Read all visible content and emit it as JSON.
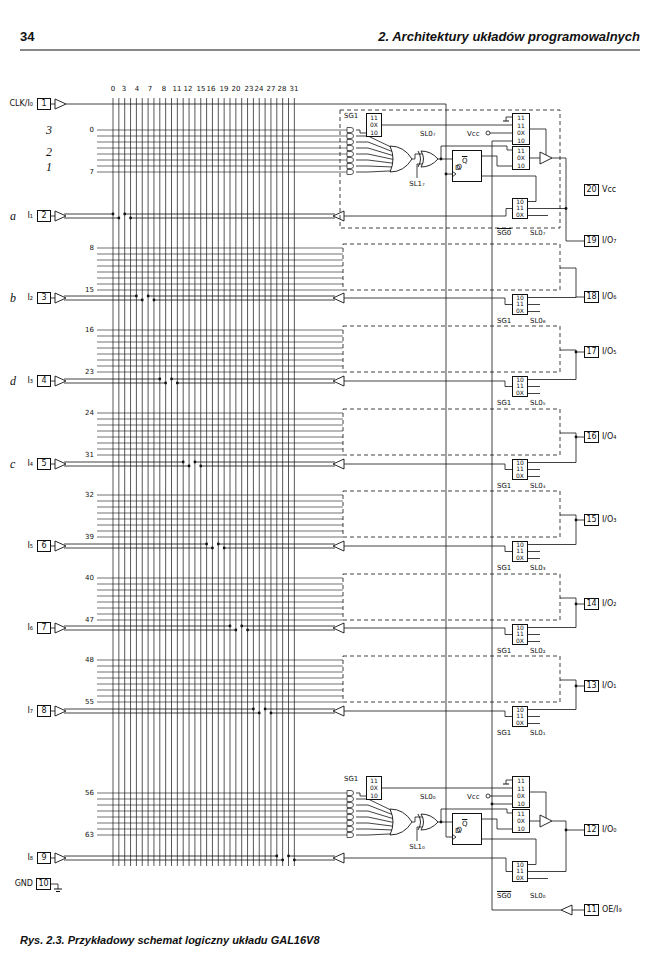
{
  "diagram": {
    "caption": "Rys. 2.3. Przykładowy schemat logiczny układu GAL16V8",
    "nodes": [
      {
        "text": [
          "1"
        ]
      },
      {
        "text": [
          "2"
        ]
      },
      {
        "text": [
          "3"
        ]
      },
      {
        "text": [
          "4"
        ]
      },
      {
        "text": [
          "5"
        ]
      },
      {
        "text": [
          "6"
        ]
      },
      {
        "text": [
          "7"
        ]
      },
      {
        "text": [
          "8"
        ]
      },
      {
        "text": [
          "9"
        ]
      },
      {
        "text": [
          "10"
        ]
      },
      {
        "text": [
          "20"
        ]
      },
      {
        "text": [
          "19"
        ]
      },
      {
        "text": [
          "18"
        ]
      },
      {
        "text": [
          "17"
        ]
      },
      {
        "text": [
          "16"
        ]
      },
      {
        "text": [
          "15"
        ]
      },
      {
        "text": [
          "14"
        ]
      },
      {
        "text": [
          "13"
        ]
      },
      {
        "text": [
          "12"
        ]
      },
      {
        "text": [
          "11"
        ]
      },
      {
        "text": [
          "11",
          "0X",
          "10"
        ]
      },
      {
        "text": [
          "11",
          "11",
          "0X",
          "10"
        ]
      },
      {
        "text": [
          "11",
          "0X",
          "10"
        ]
      },
      {
        "text": [
          "D",
          "Q",
          "Q"
        ]
      },
      {
        "text": [
          "10",
          "11",
          "0X"
        ]
      },
      {
        "text": [
          "10",
          "11",
          "0X"
        ]
      },
      {
        "text": [
          "10",
          "11",
          "0X"
        ]
      },
      {
        "text": [
          "10",
          "11",
          "0X"
        ]
      },
      {
        "text": [
          "10",
          "11",
          "0X"
        ]
      },
      {
        "text": [
          "10",
          "11",
          "0X"
        ]
      },
      {
        "text": [
          "10",
          "11",
          "0X"
        ]
      },
      {
        "text": [
          "11",
          "0X",
          "10"
        ]
      },
      {
        "text": [
          "11",
          "11",
          "0X",
          "10"
        ]
      },
      {
        "text": [
          "11",
          "0X",
          "10"
        ]
      },
      {
        "text": [
          "D",
          "Q",
          "Q"
        ]
      },
      {
        "text": [
          "10",
          "11",
          "0X"
        ]
      }
    ],
    "edges": [
      {
        "from": 23,
        "to": 22,
        "arrow": "none"
      },
      {
        "from": 34,
        "to": 33,
        "arrow": "none"
      }
    ],
    "labels": [
      "34",
      "2. Architektury układów programowalnych",
      "0",
      "3",
      "4",
      "7",
      "8",
      "11",
      "12",
      "15",
      "16",
      "19",
      "20",
      "23",
      "24",
      "27",
      "28",
      "31",
      "0",
      "7",
      "8",
      "15",
      "16",
      "23",
      "24",
      "31",
      "32",
      "39",
      "40",
      "47",
      "48",
      "55",
      "56",
      "63",
      "CLK/I₀",
      "I₁",
      "I₂",
      "I₃",
      "I₄",
      "I₅",
      "I₆",
      "I₇",
      "I₈",
      "GND",
      "Vcc",
      "I/O₇",
      "I/O₆",
      "I/O₅",
      "I/O₄",
      "I/O₃",
      "I/O₂",
      "I/O₁",
      "I/O₀",
      "OE/I₉",
      "SG1",
      "SL0₇",
      "SL1₇",
      "Vcc",
      "SG0",
      "SL0₇",
      "SG1",
      "SL0₆",
      "SG1",
      "SL0₅",
      "SG1",
      "SL0₄",
      "SG1",
      "SL0₃",
      "SG1",
      "SL0₂",
      "SG1",
      "SL0₁",
      "SG1",
      "SL0₀",
      "SL1₀",
      "Vcc",
      "SG0",
      "SL0₀",
      "3",
      "2",
      "1",
      "a",
      "b",
      "d",
      "c"
    ]
  }
}
